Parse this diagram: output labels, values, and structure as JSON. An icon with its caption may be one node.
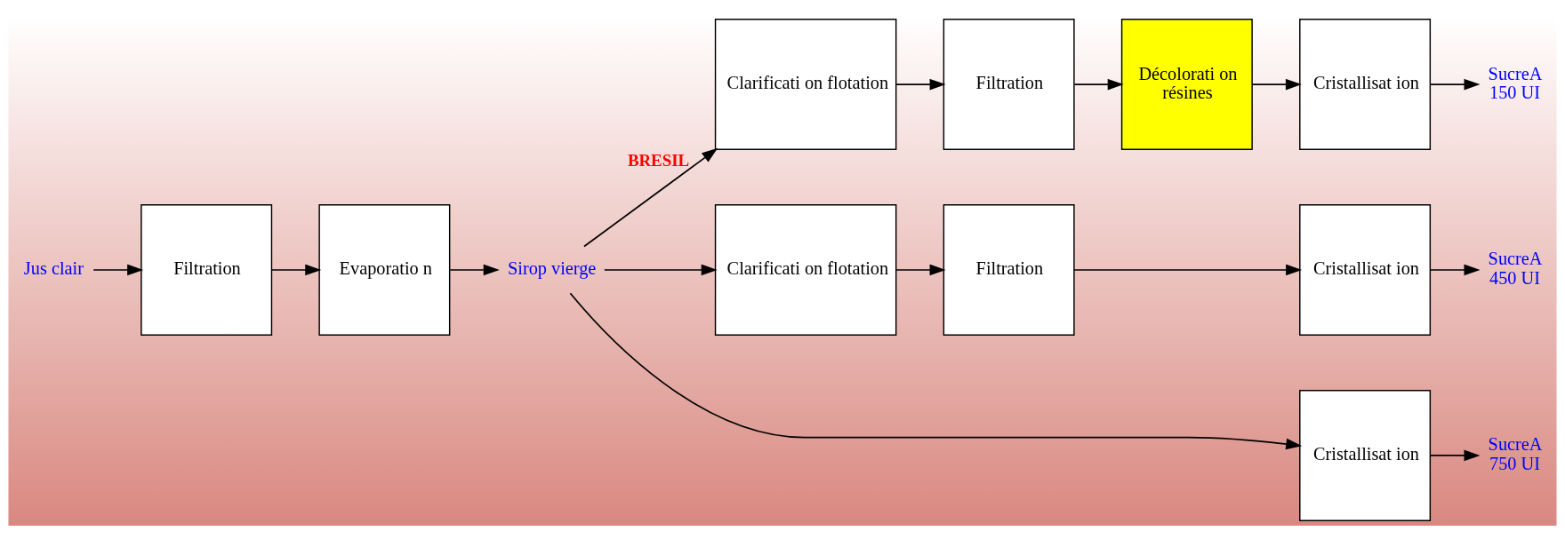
{
  "diagram": {
    "nodes": [
      {
        "text": [
          "Jus clair"
        ]
      },
      {
        "text": [
          "Filtration"
        ]
      },
      {
        "text": [
          "Evaporatio n"
        ]
      },
      {
        "text": [
          "Sirop vierge"
        ]
      },
      {
        "text": [
          "Clarificati on flotation"
        ]
      },
      {
        "text": [
          "Filtration"
        ]
      },
      {
        "text": [
          "Décolorati on",
          "résines"
        ]
      },
      {
        "text": [
          "Cristallisat ion"
        ]
      },
      {
        "text": [
          "SucreA",
          "150 UI"
        ]
      },
      {
        "text": [
          "Clarificati on flotation"
        ]
      },
      {
        "text": [
          "Filtration"
        ]
      },
      {
        "text": [
          "Cristallisat ion"
        ]
      },
      {
        "text": [
          "SucreA",
          "450 UI"
        ]
      },
      {
        "text": [
          "Cristallisat ion"
        ]
      },
      {
        "text": [
          "SucreA",
          "750 UI"
        ]
      }
    ],
    "edges": [
      {
        "from": 0,
        "to": 1,
        "arrow": "to"
      },
      {
        "from": 1,
        "to": 2,
        "arrow": "to"
      },
      {
        "from": 2,
        "to": 3,
        "arrow": "to"
      },
      {
        "from": 3,
        "to": 4,
        "arrow": "to",
        "label": "BRESIL"
      },
      {
        "from": 4,
        "to": 5,
        "arrow": "to"
      },
      {
        "from": 5,
        "to": 6,
        "arrow": "to"
      },
      {
        "from": 6,
        "to": 7,
        "arrow": "to"
      },
      {
        "from": 7,
        "to": 8,
        "arrow": "to"
      },
      {
        "from": 3,
        "to": 9,
        "arrow": "to"
      },
      {
        "from": 9,
        "to": 10,
        "arrow": "to"
      },
      {
        "from": 10,
        "to": 11,
        "arrow": "to"
      },
      {
        "from": 11,
        "to": 12,
        "arrow": "to"
      },
      {
        "from": 3,
        "to": 13,
        "arrow": "to"
      },
      {
        "from": 13,
        "to": 14,
        "arrow": "to"
      }
    ]
  }
}
